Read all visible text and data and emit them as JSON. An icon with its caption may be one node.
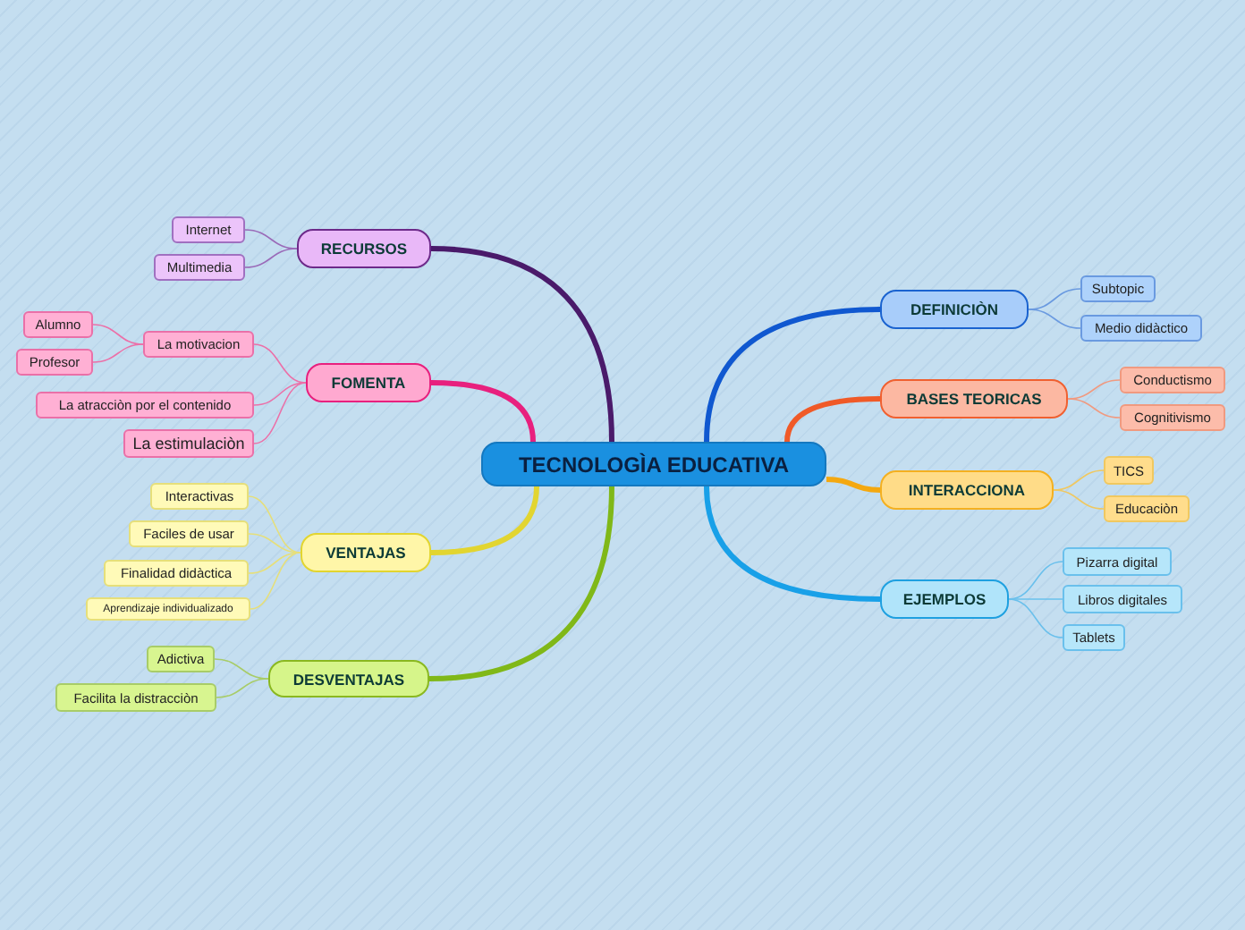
{
  "diagram": {
    "nodes": [
      {
        "text": [
          "TECNOLOGÌA EDUCATIVA"
        ]
      },
      {
        "text": [
          "RECURSOS"
        ]
      },
      {
        "text": [
          "Internet"
        ]
      },
      {
        "text": [
          "Multimedia"
        ]
      },
      {
        "text": [
          "FOMENTA"
        ]
      },
      {
        "text": [
          "La motivacion"
        ]
      },
      {
        "text": [
          "Alumno"
        ]
      },
      {
        "text": [
          "Profesor"
        ]
      },
      {
        "text": [
          "La atracciòn por el contenido"
        ]
      },
      {
        "text": [
          "La estimulaciòn"
        ]
      },
      {
        "text": [
          "VENTAJAS"
        ]
      },
      {
        "text": [
          "Interactivas"
        ]
      },
      {
        "text": [
          "Faciles de usar"
        ]
      },
      {
        "text": [
          "Finalidad didàctica"
        ]
      },
      {
        "text": [
          "Aprendizaje individualizado"
        ]
      },
      {
        "text": [
          "DESVENTAJAS"
        ]
      },
      {
        "text": [
          "Adictiva"
        ]
      },
      {
        "text": [
          "Facilita la distracciòn"
        ]
      },
      {
        "text": [
          "DEFINICIÒN"
        ]
      },
      {
        "text": [
          "Subtopic"
        ]
      },
      {
        "text": [
          "Medio didàctico"
        ]
      },
      {
        "text": [
          "BASES TEORICAS"
        ]
      },
      {
        "text": [
          "Conductismo"
        ]
      },
      {
        "text": [
          "Cognitivismo"
        ]
      },
      {
        "text": [
          "INTERACCIONA"
        ]
      },
      {
        "text": [
          "TICS"
        ]
      },
      {
        "text": [
          "Educaciòn"
        ]
      },
      {
        "text": [
          "EJEMPLOS"
        ]
      },
      {
        "text": [
          "Pizarra digital"
        ]
      },
      {
        "text": [
          "Libros digitales"
        ]
      },
      {
        "text": [
          "Tablets"
        ]
      }
    ],
    "edges": [
      {
        "from": 0,
        "to": 1,
        "arrow": "none",
        "style": "thick",
        "color": "#4a1a6a"
      },
      {
        "from": 1,
        "to": 2,
        "arrow": "none",
        "color": "#9a6ab8"
      },
      {
        "from": 1,
        "to": 3,
        "arrow": "none",
        "color": "#9a6ab8"
      },
      {
        "from": 0,
        "to": 4,
        "arrow": "none",
        "style": "thick",
        "color": "#e8207e"
      },
      {
        "from": 4,
        "to": 5,
        "arrow": "none",
        "color": "#ec70a8"
      },
      {
        "from": 5,
        "to": 6,
        "arrow": "none",
        "color": "#ec70a8"
      },
      {
        "from": 5,
        "to": 7,
        "arrow": "none",
        "color": "#ec70a8"
      },
      {
        "from": 4,
        "to": 8,
        "arrow": "none",
        "color": "#ec70a8"
      },
      {
        "from": 4,
        "to": 9,
        "arrow": "none",
        "color": "#ec70a8"
      },
      {
        "from": 0,
        "to": 10,
        "arrow": "none",
        "style": "thick",
        "color": "#e2d530"
      },
      {
        "from": 10,
        "to": 11,
        "arrow": "none",
        "color": "#e6df7a"
      },
      {
        "from": 10,
        "to": 12,
        "arrow": "none",
        "color": "#e6df7a"
      },
      {
        "from": 10,
        "to": 13,
        "arrow": "none",
        "color": "#e6df7a"
      },
      {
        "from": 10,
        "to": 14,
        "arrow": "none",
        "color": "#e6df7a"
      },
      {
        "from": 0,
        "to": 15,
        "arrow": "none",
        "style": "thick",
        "color": "#80b818"
      },
      {
        "from": 15,
        "to": 16,
        "arrow": "none",
        "color": "#a8cc68"
      },
      {
        "from": 15,
        "to": 17,
        "arrow": "none",
        "color": "#a8cc68"
      },
      {
        "from": 0,
        "to": 18,
        "arrow": "none",
        "style": "thick",
        "color": "#1058d0"
      },
      {
        "from": 18,
        "to": 19,
        "arrow": "none",
        "color": "#6a9ae0"
      },
      {
        "from": 18,
        "to": 20,
        "arrow": "none",
        "color": "#6a9ae0"
      },
      {
        "from": 0,
        "to": 21,
        "arrow": "none",
        "style": "thick",
        "color": "#f05a28"
      },
      {
        "from": 21,
        "to": 22,
        "arrow": "none",
        "color": "#f09a80"
      },
      {
        "from": 21,
        "to": 23,
        "arrow": "none",
        "color": "#f09a80"
      },
      {
        "from": 0,
        "to": 24,
        "arrow": "none",
        "style": "thick",
        "color": "#f4a810"
      },
      {
        "from": 24,
        "to": 25,
        "arrow": "none",
        "color": "#f0c860"
      },
      {
        "from": 24,
        "to": 26,
        "arrow": "none",
        "color": "#f0c860"
      },
      {
        "from": 0,
        "to": 27,
        "arrow": "none",
        "style": "thick",
        "color": "#18a0e8"
      },
      {
        "from": 27,
        "to": 28,
        "arrow": "none",
        "color": "#6ac0ec"
      },
      {
        "from": 27,
        "to": 29,
        "arrow": "none",
        "color": "#6ac0ec"
      },
      {
        "from": 27,
        "to": 30,
        "arrow": "none",
        "color": "#6ac0ec"
      }
    ]
  }
}
